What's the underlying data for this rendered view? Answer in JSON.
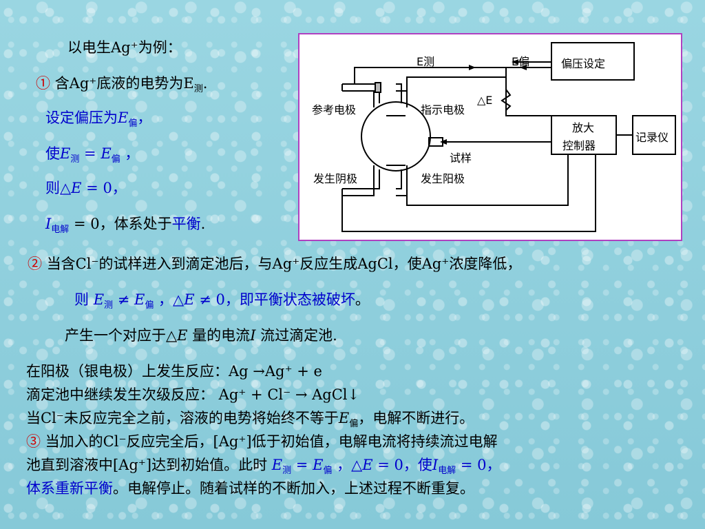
{
  "intro": "以电生Ag⁺为例：",
  "s1": {
    "marker": "①",
    "pre": "含Ag⁺底液的电势为E",
    "sub": "测",
    "post": "."
  },
  "set_bias": {
    "pre": "设定偏压为",
    "E": "E",
    "sub": "偏",
    "post": "，"
  },
  "make": {
    "pre": "使",
    "E1": "E",
    "sub1": "测",
    "mid": " = ",
    "E2": "E",
    "sub2": "偏",
    "post": " ，"
  },
  "then": {
    "pre": "则△",
    "E": "E",
    "post": " = 0，"
  },
  "balance": {
    "I": "I",
    "sub": "电解",
    "mid": " = 0，体系处于",
    "hl": "平衡",
    "post": "."
  },
  "s2": {
    "marker": "②",
    "text": "当含Cl⁻的试样进入到滴定池后，与Ag⁺反应生成AgCl，使Ag⁺浓度降低，",
    "line2": {
      "pre": "则 ",
      "E1": "E",
      "sub1": "测",
      "mid": " ≠ ",
      "E2": "E",
      "sub2": "偏",
      "mid2": " ，△",
      "E3": "E",
      "post": " ≠ 0，即平衡状态被破坏",
      "end": "。"
    },
    "line3": {
      "pre": "产生一个对应于△",
      "E": "E",
      "mid": " 量的电流",
      "I": "I",
      "post": " 流过滴定池."
    }
  },
  "p1": "在阳极（银电极）上发生反应：Ag →Ag⁺ + e",
  "p2": "滴定池中继续发生次级反应： Ag⁺ + Cl⁻ → AgCl↓",
  "p3": {
    "pre": "当Cl⁻未反应完全之前，溶液的电势将始终不等于",
    "E": "E",
    "sub": "偏",
    "post": "，电解不断进行。"
  },
  "s3": {
    "marker": "③",
    "l1": " 当加入的Cl⁻反应完全后，[Ag⁺]低于初始值，电解电流将持续流过电解",
    "l2": {
      "pre": "池直到溶液中[Ag⁺]达到初始值。此时 ",
      "E1": "E",
      "sub1": "测",
      "mid": " = ",
      "E2": "E",
      "sub2": "偏",
      "mid2": " ，△",
      "E3": "E",
      "mid3": " = 0，使",
      "I": "I",
      "sub3": "电解",
      "post": " = 0，"
    },
    "l3": {
      "hl": "体系重新平衡",
      "post": "。电解停止。随着试样的不断加入，上述过程不断重复。"
    }
  },
  "diagram": {
    "E_meas": "E测",
    "E_bias": "E偏",
    "bias_setting": "偏压设定",
    "ref_electrode": "参考电极",
    "indicator_electrode": "指示电极",
    "delta_E": "△E",
    "amp": "放大",
    "controller": "控制器",
    "recorder": "记录仪",
    "sample": "试样",
    "gen_cathode": "发生阴极",
    "gen_anode": "发生阳极"
  },
  "colors": {
    "blue": "#0000cc",
    "red": "#cc0000",
    "frame": "#b040c0"
  }
}
